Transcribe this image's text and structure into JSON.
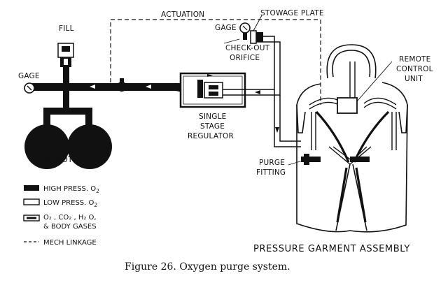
{
  "labels": {
    "actuation": "ACTUATION",
    "stowage_plate": "STOWAGE PLATE",
    "fill": "FILL",
    "gage_left": "GAGE",
    "gage_top": "GAGE",
    "check_out_line1": "CHECK-OUT",
    "check_out_line2": "ORIFICE",
    "remote_line1": "REMOTE",
    "remote_line2": "CONTROL",
    "remote_line3": "UNIT",
    "regulator_line1": "SINGLE",
    "regulator_line2": "STAGE",
    "regulator_line3": "REGULATOR",
    "purge_line1": "PURGE",
    "purge_line2": "FITTING",
    "bottles_prefix": "O",
    "bottles_sub": "2",
    "bottles_suffix": " BOTTLES",
    "assembly": "PRESSURE GARMENT ASSEMBLY"
  },
  "legend": [
    {
      "key": "high_press",
      "text": "HIGH PRESS. O",
      "sub": "2"
    },
    {
      "key": "low_press",
      "text": "LOW PRESS. O",
      "sub": "2"
    },
    {
      "key": "gases_line1",
      "text": "O₂ , CO₂ , H₂ O,"
    },
    {
      "key": "gases_line2",
      "text": "& BODY GASES"
    },
    {
      "key": "mech",
      "text": "MECH LINKAGE"
    }
  ],
  "caption": "Figure 26.  Oxygen purge system."
}
